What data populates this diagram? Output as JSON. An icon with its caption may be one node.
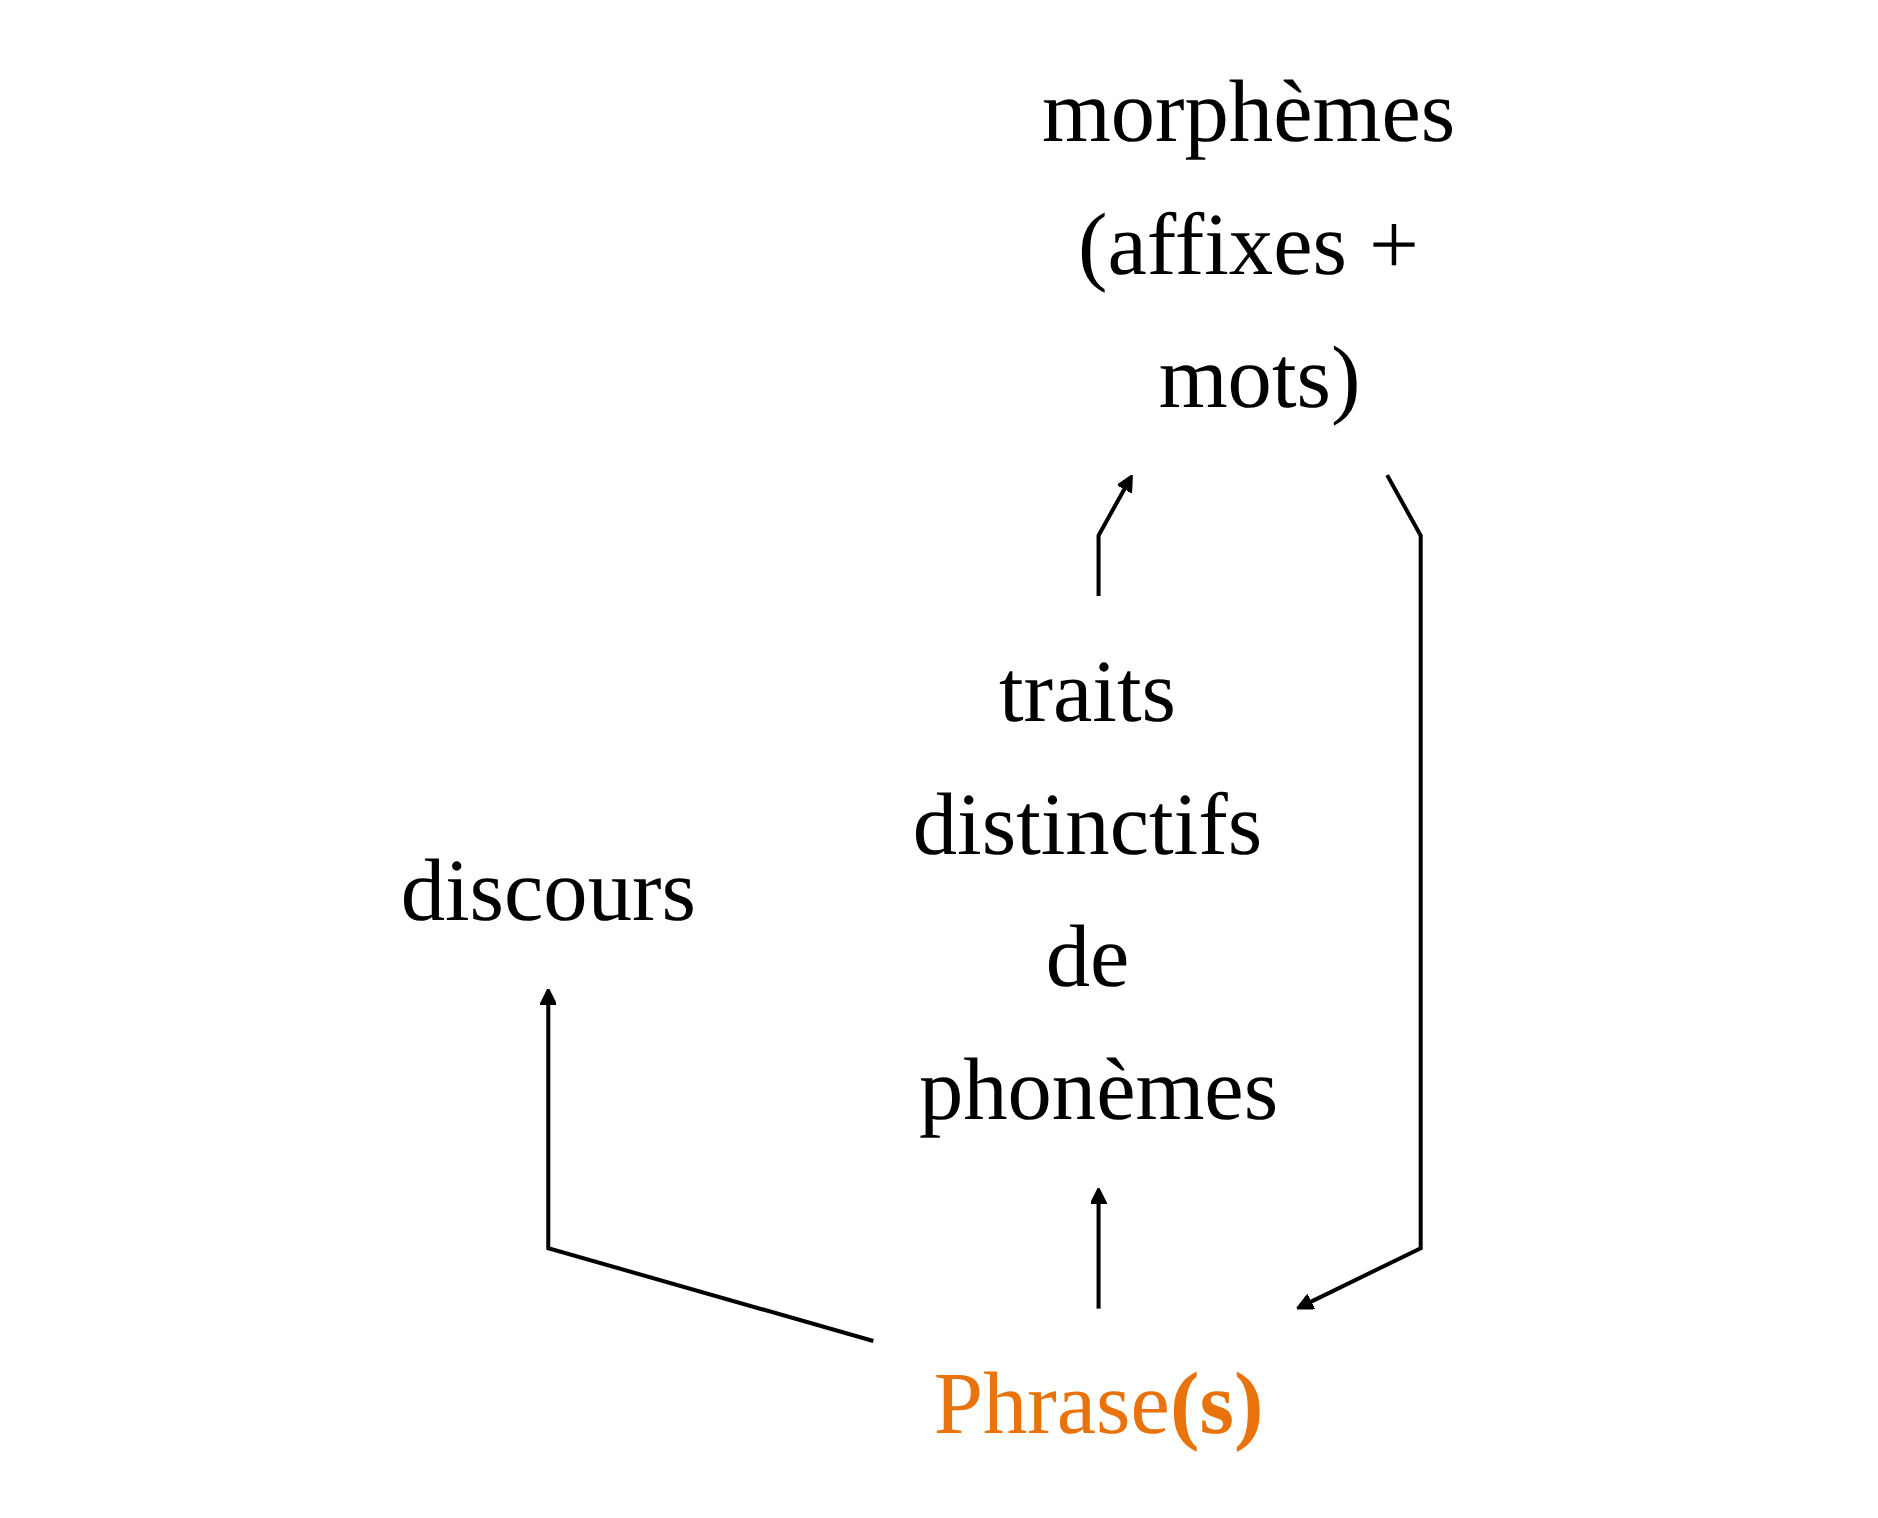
{
  "diagram": {
    "nodes": [
      {
        "text": [
          "discours"
        ]
      },
      {
        "text": [
          "Phrase**(s)**"
        ]
      },
      {
        "text": [
          "morphèmes (affixes + mots)"
        ]
      },
      {
        "text": [
          "traits distinctifs de phonèmes"
        ]
      }
    ],
    "edges": [
      {
        "from": 1,
        "to": 0,
        "arrow": "to"
      },
      {
        "from": 1,
        "to": 3,
        "arrow": "to"
      },
      {
        "from": 2,
        "to": 1,
        "arrow": "to"
      },
      {
        "from": 3,
        "to": 2,
        "arrow": "to"
      }
    ]
  }
}
